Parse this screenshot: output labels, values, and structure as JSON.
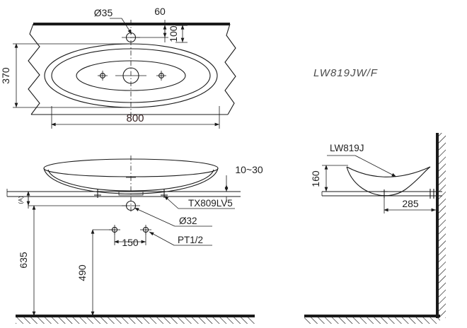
{
  "drawing": {
    "title": "LW819JW/F",
    "model_label": "LW819JW/F",
    "section_label": "LW819J"
  },
  "top_view": {
    "dim_bowl_hole_dia": "Ø35",
    "dim_offset_60": "60",
    "dim_offset_100": "100",
    "dim_depth_370": "370",
    "dim_width_800": "800"
  },
  "front_view": {
    "label_tx809lv5": "TX809LV5",
    "dim_counter_thickness": "10~30",
    "dim_drain_dia": "Ø32",
    "label_pt_thread": "PT1/2",
    "dim_spacing_150": "150",
    "dim_height_635": "635",
    "dim_height_490": "490",
    "label_a": "(A)"
  },
  "side_view": {
    "label_basin": "LW819J",
    "dim_height_160": "160",
    "dim_wall_285": "285"
  },
  "colors": {
    "line": "#1a1a1a",
    "dim_text": "#1f1f1f",
    "model_text": "#4a4a4a",
    "background": "#ffffff"
  }
}
